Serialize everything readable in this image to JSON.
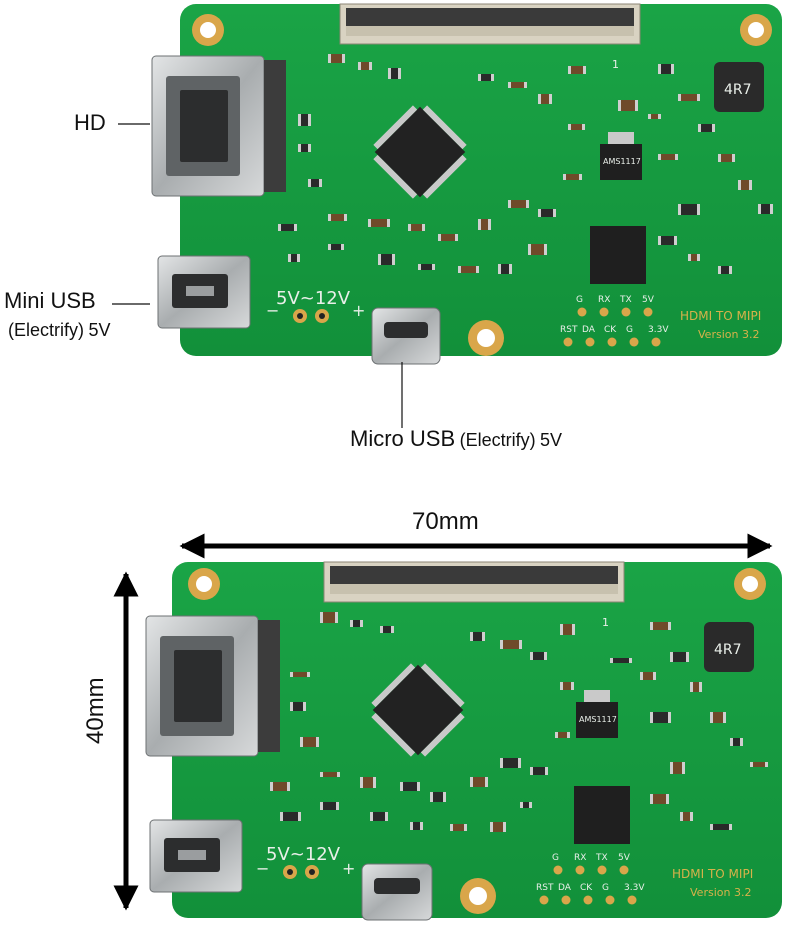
{
  "top_board": {
    "callouts": {
      "hdmi": "HD",
      "mini_usb_line1": "Mini USB",
      "mini_usb_line2a": "(Electrify)",
      "mini_usb_line2b": "5V",
      "micro_usb_a": "Micro USB",
      "micro_usb_b": "(Electrify)",
      "micro_usb_c": "5V"
    }
  },
  "board_silkscreen": {
    "voltage": "5V~12V",
    "minus": "−",
    "plus": "+",
    "header_top": [
      "G",
      "RX",
      "TX",
      "5V"
    ],
    "header_bottom": [
      "RST",
      "DA",
      "CK",
      "G",
      "3.3V"
    ],
    "brand": "HDMI TO MIPI",
    "version": "Version 3.2",
    "pin_one": "1",
    "chip_label": "AMS1117",
    "inductor_label": "4R7"
  },
  "bottom_board": {
    "width_label": "70mm",
    "height_label": "40mm"
  },
  "colors": {
    "pcb": "#149a3e",
    "pcb_dark": "#0d7a30",
    "gold": "#d9a64a",
    "metal": "#b9bcbd",
    "chip": "#222222"
  }
}
